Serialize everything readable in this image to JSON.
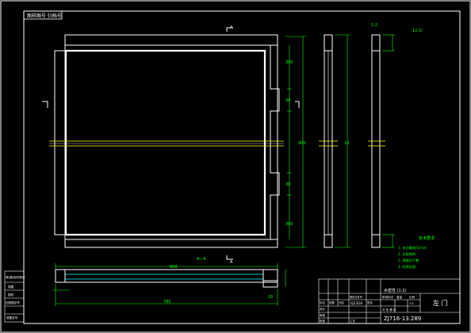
{
  "title_tag": "图样图号 归档号",
  "annotations": {
    "section_mark_top": "A",
    "section_mark_bottom": "A",
    "section_label": "A—A",
    "scale_note": "1:2",
    "roughness_note": "12.5/"
  },
  "dimensions": {
    "right_total": "900",
    "right_1": "300",
    "right_2": "30",
    "right_3": "30",
    "right_4": "300",
    "side_mid": "10",
    "bottom_total": "800",
    "bottom_inner": "780",
    "bottom_small": "20"
  },
  "tech_requirements": {
    "title": "技术要求",
    "items": [
      "1. 未注圆角R2mm",
      "2. 尖角倒钝",
      "3. 焊缝应平整",
      "4. 防锈处理"
    ]
  },
  "title_block": {
    "part_name": "水密性 (1:2)",
    "material": "Q235A",
    "part_title": "左 门",
    "drawing_no": "ZJ716-13.289",
    "row_labels": [
      "标记",
      "处数",
      "分区",
      "更改文件号",
      "签名",
      "年月日"
    ],
    "design": "设计",
    "check": "审核",
    "process": "工艺",
    "standard": "标准化",
    "approve": "批准",
    "stage_label": "阶段标记",
    "weight_label": "重量",
    "scale_label": "比例",
    "scale_value": "1:2",
    "sheets": "共 张 第 张"
  },
  "left_block": {
    "items": [
      "借(通)用件登记",
      "描图",
      "描校",
      "旧底图总号",
      "底图总号"
    ]
  },
  "colors": {
    "background": "#000000",
    "frame": "#ffffff",
    "dim": "#00ff00",
    "center": "#ffff00",
    "hatch": "#00ffff"
  }
}
